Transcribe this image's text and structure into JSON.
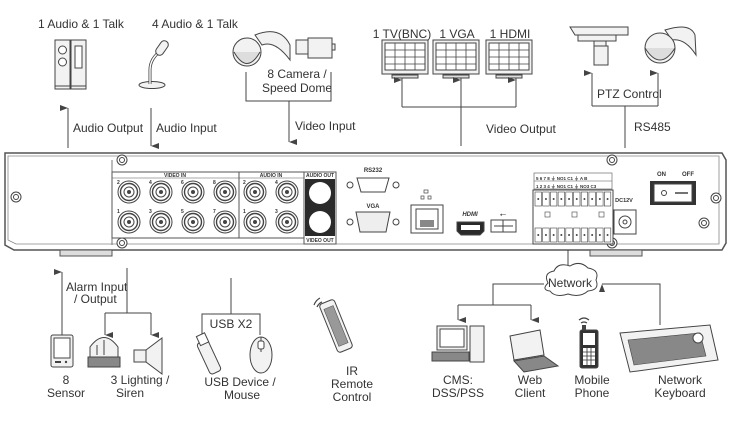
{
  "top": {
    "audio_out_device": "1 Audio  & 1 Talk",
    "audio_in_device": "4 Audio & 1 Talk",
    "camera_label_line1": "8 Camera /",
    "camera_label_line2": "Speed Dome",
    "tv_bnc": "1 TV(BNC)",
    "vga": "1 VGA",
    "hdmi": "1 HDMI",
    "audio_output": "Audio  Output",
    "audio_input": "Audio  Input",
    "video_input": "Video Input",
    "video_output": "Video Output",
    "ptz_control": "PTZ Control",
    "rs485": "RS485"
  },
  "panel": {
    "video_in": "VIDEO IN",
    "audio_in": "AUDIO IN",
    "audio_out": "AUDIO OUT",
    "video_out": "VIDEO OUT",
    "rs232": "RS232",
    "vga": "VGA",
    "hdmi": "HDMI",
    "dc": "DC12V",
    "on": "ON",
    "off": "OFF",
    "video_nums_top": [
      "2",
      "4",
      "6",
      "8"
    ],
    "video_nums_bottom": [
      "1",
      "3",
      "5",
      "7"
    ],
    "audio_nums_top": [
      "2",
      "4"
    ],
    "audio_nums_bottom": [
      "1",
      "3"
    ],
    "alarm_top": "5  6  7  8  ⏚ NO1 C1 ⏚  A  B",
    "alarm_bottom": "1  2  3  4  ⏚ NO1 C1 ⏚ NO3 C3"
  },
  "bottom": {
    "alarm_io_line1": "Alarm Input",
    "alarm_io_line2": "/ Output",
    "sensor_line1": "8",
    "sensor_line2": "Sensor",
    "lighting_line1": "3 Lighting /",
    "lighting_line2": "Siren",
    "usb_x2": "USB X2",
    "usb_line1": "USB Device /",
    "usb_line2": "Mouse",
    "ir_line1": "IR",
    "ir_line2": "Remote",
    "ir_line3": "Control",
    "network": "Network",
    "cms_line1": "CMS:",
    "cms_line2": "DSS/PSS",
    "web_line1": "Web",
    "web_line2": "Client",
    "mobile_line1": "Mobile",
    "mobile_line2": "Phone",
    "keyboard_line1": "Network",
    "keyboard_line2": "Keyboard"
  }
}
